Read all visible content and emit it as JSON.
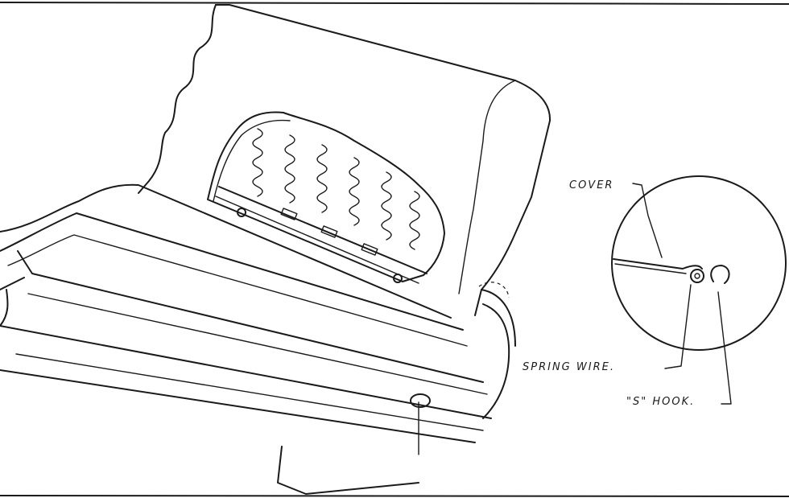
{
  "labels": {
    "cover": "COVER",
    "spring_wire": "SPRING WIRE.",
    "s_hook": "\"S\" HOOK."
  },
  "colors": {
    "ink": "#1a1a1a",
    "paper": "#ffffff"
  }
}
